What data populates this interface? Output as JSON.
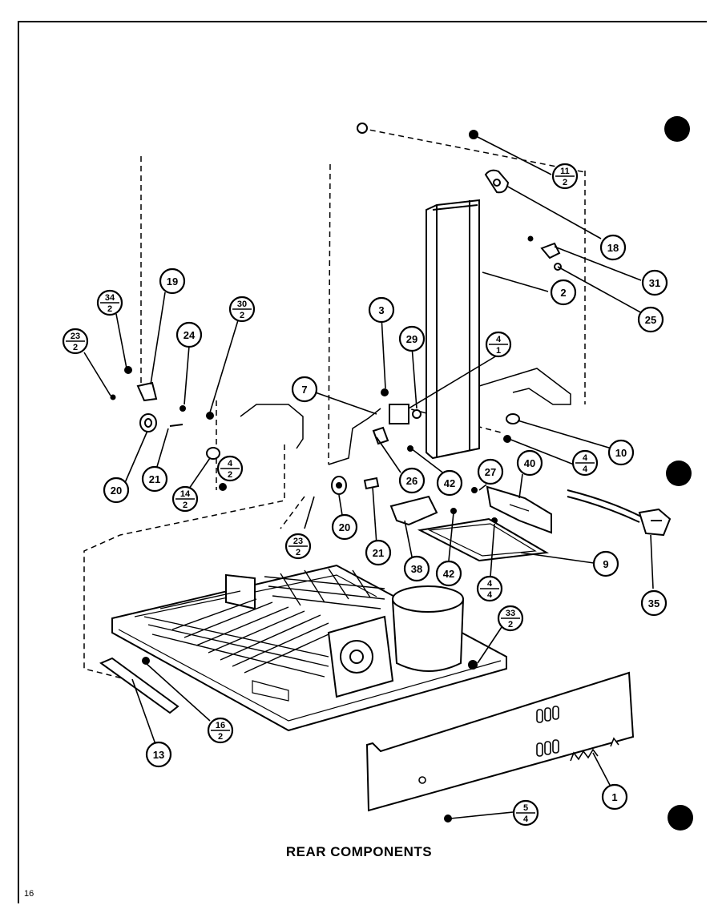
{
  "caption": "REAR COMPONENTS",
  "page_number": "16",
  "callouts": [
    {
      "id": "c-11-2",
      "num": "11",
      "den": "2"
    },
    {
      "id": "c-18",
      "label": "18"
    },
    {
      "id": "c-2",
      "label": "2"
    },
    {
      "id": "c-31",
      "label": "31"
    },
    {
      "id": "c-25",
      "label": "25"
    },
    {
      "id": "c-19",
      "label": "19"
    },
    {
      "id": "c-34-2",
      "num": "34",
      "den": "2"
    },
    {
      "id": "c-30-2",
      "num": "30",
      "den": "2"
    },
    {
      "id": "c-23-2a",
      "num": "23",
      "den": "2"
    },
    {
      "id": "c-24",
      "label": "24"
    },
    {
      "id": "c-3",
      "label": "3"
    },
    {
      "id": "c-29",
      "label": "29"
    },
    {
      "id": "c-4-1",
      "num": "4",
      "den": "1"
    },
    {
      "id": "c-7",
      "label": "7"
    },
    {
      "id": "c-10",
      "label": "10"
    },
    {
      "id": "c-4-4a",
      "num": "4",
      "den": "4"
    },
    {
      "id": "c-20a",
      "label": "20"
    },
    {
      "id": "c-21a",
      "label": "21"
    },
    {
      "id": "c-14-2",
      "num": "14",
      "den": "2"
    },
    {
      "id": "c-4-2",
      "num": "4",
      "den": "2"
    },
    {
      "id": "c-26",
      "label": "26"
    },
    {
      "id": "c-42a",
      "label": "42"
    },
    {
      "id": "c-27",
      "label": "27"
    },
    {
      "id": "c-40",
      "label": "40"
    },
    {
      "id": "c-23-2b",
      "num": "23",
      "den": "2"
    },
    {
      "id": "c-20b",
      "label": "20"
    },
    {
      "id": "c-21b",
      "label": "21"
    },
    {
      "id": "c-38",
      "label": "38"
    },
    {
      "id": "c-42b",
      "label": "42"
    },
    {
      "id": "c-9",
      "label": "9"
    },
    {
      "id": "c-4-4b",
      "num": "4",
      "den": "4"
    },
    {
      "id": "c-35",
      "label": "35"
    },
    {
      "id": "c-33-2",
      "num": "33",
      "den": "2"
    },
    {
      "id": "c-16-2",
      "num": "16",
      "den": "2"
    },
    {
      "id": "c-13",
      "label": "13"
    },
    {
      "id": "c-1",
      "label": "1"
    },
    {
      "id": "c-5-4",
      "num": "5",
      "den": "4"
    }
  ]
}
